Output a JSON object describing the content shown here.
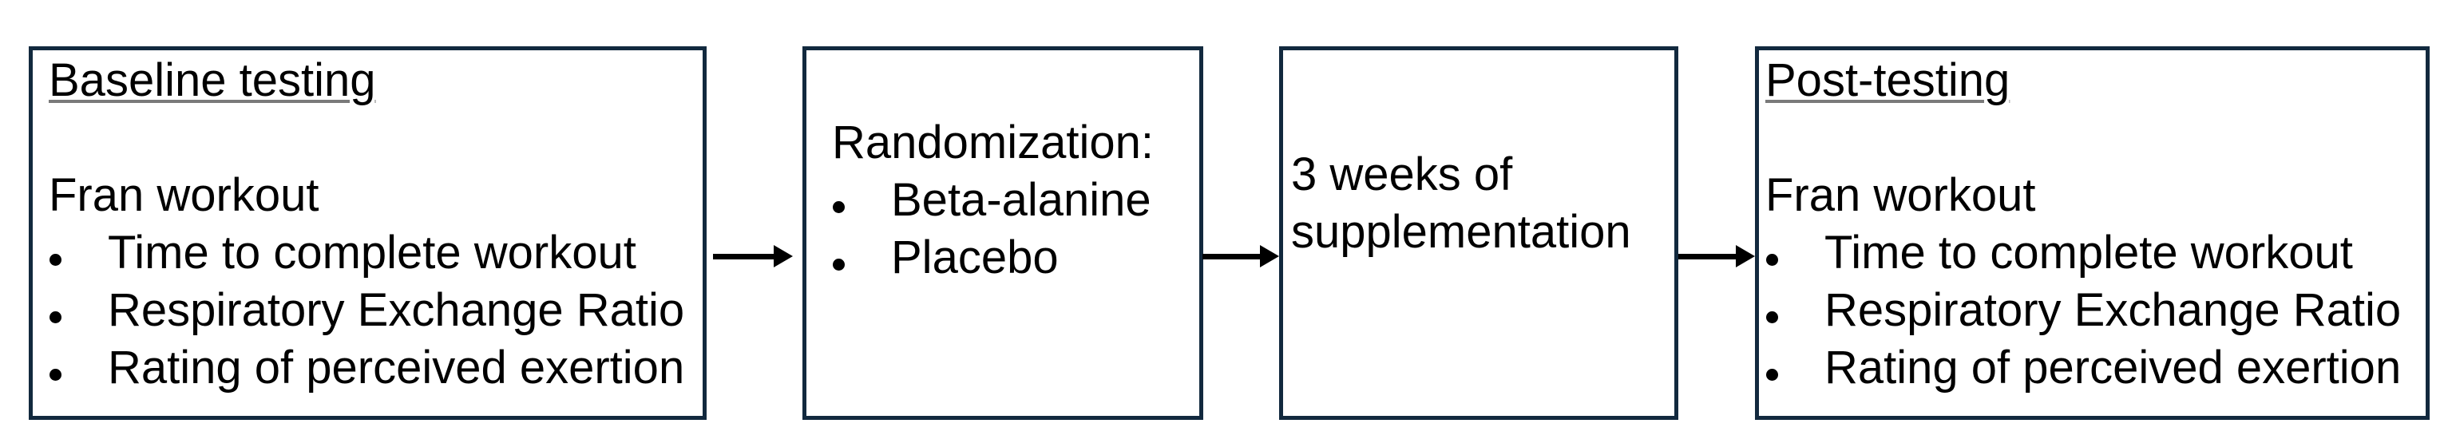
{
  "diagram": {
    "type": "flowchart",
    "flow_direction": "left-to-right",
    "connector_arrow_count": 3,
    "colors": {
      "background": "#ffffff",
      "box_border": "#12293e",
      "text": "#000000",
      "arrow": "#000000",
      "heading_underline": "#7a7a7a"
    },
    "boxes": [
      {
        "heading": "Baseline testing",
        "subheading": "Fran workout",
        "bullets": [
          "Time to complete workout",
          "Respiratory Exchange Ratio",
          "Rating of perceived exertion"
        ]
      },
      {
        "heading": "Randomization:",
        "bullets": [
          "Beta-alanine",
          "Placebo"
        ]
      },
      {
        "text": "3 weeks of supplementation"
      },
      {
        "heading": "Post-testing",
        "subheading": "Fran workout",
        "bullets": [
          "Time to complete workout",
          "Respiratory Exchange Ratio",
          "Rating of perceived exertion"
        ]
      }
    ]
  }
}
